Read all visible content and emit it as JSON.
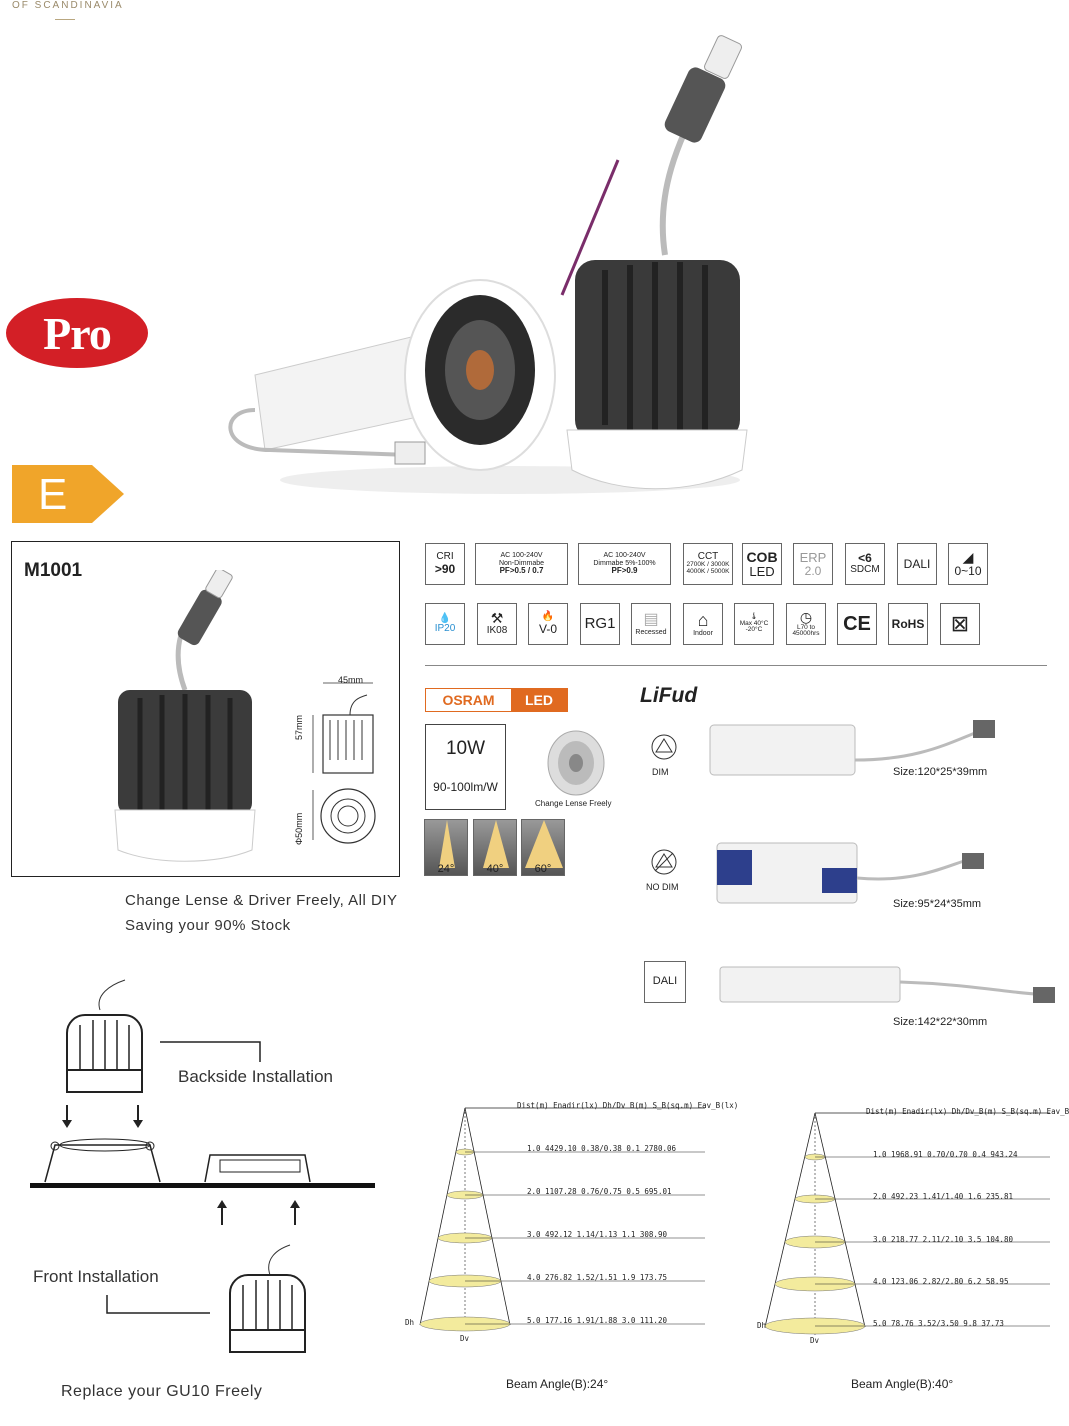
{
  "brand": "OF SCANDINAVIA",
  "badge": "Pro",
  "energy_class": "E",
  "model": "M1001",
  "specs_row1": [
    {
      "name": "cri-icon",
      "l1": "CRI",
      "l2": ">90"
    },
    {
      "name": "non-dimmable-icon",
      "l1": "AC 100-240V",
      "l2": "PF>0.5 / 0.7",
      "l3": "Non-Dimmabe"
    },
    {
      "name": "dimmable-icon",
      "l1": "AC 100-240V",
      "l2": "PF>0.9",
      "l3": "Dimmabe 5%-100%"
    },
    {
      "name": "cct-icon",
      "l1": "CCT",
      "l2": "2700K / 3000K",
      "l3": "4000K / 5000K"
    },
    {
      "name": "cob-led-icon",
      "l1": "COB",
      "l2": "LED"
    },
    {
      "name": "erp-icon",
      "l1": "ERP",
      "l2": "2.0"
    },
    {
      "name": "sdcm-icon",
      "l1": "<6",
      "l2": "SDCM"
    },
    {
      "name": "dali-icon",
      "l1": "DALI",
      "l2": ""
    },
    {
      "name": "dimming-0-10-icon",
      "l1": "◢",
      "l2": "0~10"
    }
  ],
  "specs_row2": [
    {
      "name": "ip20-icon",
      "l1": "💧",
      "l2": "IP20"
    },
    {
      "name": "ik08-icon",
      "l1": "⚒",
      "l2": "IK08"
    },
    {
      "name": "v0-icon",
      "l1": "🔥",
      "l2": "V-0"
    },
    {
      "name": "rg1-icon",
      "l1": "RG1",
      "l2": ""
    },
    {
      "name": "recessed-icon",
      "l1": "▤",
      "l2": "Recessed"
    },
    {
      "name": "indoor-icon",
      "l1": "⌂",
      "l2": "Indoor"
    },
    {
      "name": "temperature-icon",
      "l1": "🌡",
      "l2": "Max 40°C -20°C"
    },
    {
      "name": "lifetime-icon",
      "l1": "◷",
      "l2": "L70 to 45000hrs"
    },
    {
      "name": "ce-icon",
      "l1": "CE",
      "l2": ""
    },
    {
      "name": "rohs-icon",
      "l1": "RoHS",
      "l2": ""
    },
    {
      "name": "weee-icon",
      "l1": "⊠",
      "l2": ""
    }
  ],
  "dims": {
    "width": "45mm",
    "height": "57mm",
    "diameter": "Φ50mm"
  },
  "osram": {
    "left": "OSRAM",
    "right": "LED"
  },
  "power": "10W",
  "efficacy": "90-100lm/W",
  "lens_caption": "Change Lense Freely",
  "beam_angles": [
    "24°",
    "40°",
    "60°"
  ],
  "lifud_logo": "LiFud",
  "drivers": [
    {
      "icon": "DIM",
      "size": "Size:120*25*39mm"
    },
    {
      "icon": "NO DIM",
      "size": "Size:95*24*35mm"
    },
    {
      "icon": "DALI",
      "size": "Size:142*22*30mm"
    }
  ],
  "promo_line1": "Change Lense &  Driver Freely, All DIY",
  "promo_line2": "Saving your   90%  Stock",
  "install": {
    "back": "Backside Installation",
    "front": "Front Installation",
    "replace": "Replace your GU10 Freely"
  },
  "table24": {
    "header": "Dist(m) Enadir(lx) Dh/Dv  B(m)  S_B(sq.m) Eav_B(lx)",
    "rows": [
      "1.0    4429.10   0.38/0.38     0.1     2780.06",
      "2.0    1107.28   0.76/0.75     0.5      695.01",
      "3.0     492.12   1.14/1.13     1.1      308.90",
      "4.0     276.82   1.52/1.51     1.9      173.75",
      "5.0     177.16   1.91/1.88     3.0      111.20"
    ],
    "caption": "Beam Angle(B):24°"
  },
  "table40": {
    "header": "Dist(m) Enadir(lx) Dh/Dv_B(m) S_B(sq.m) Eav_B(lx)",
    "rows": [
      "1.0    1968.91   0.70/0.70     0.4     943.24",
      "2.0     492.23   1.41/1.40     1.6     235.81",
      "3.0     218.77   2.11/2.10     3.5     104.80",
      "4.0     123.06   2.82/2.80     6.2      58.95",
      "5.0      78.76   3.52/3.50     9.8      37.73"
    ],
    "caption": "Beam Angle(B):40°"
  },
  "dh_label": "Dh",
  "dv_label": "Dv"
}
